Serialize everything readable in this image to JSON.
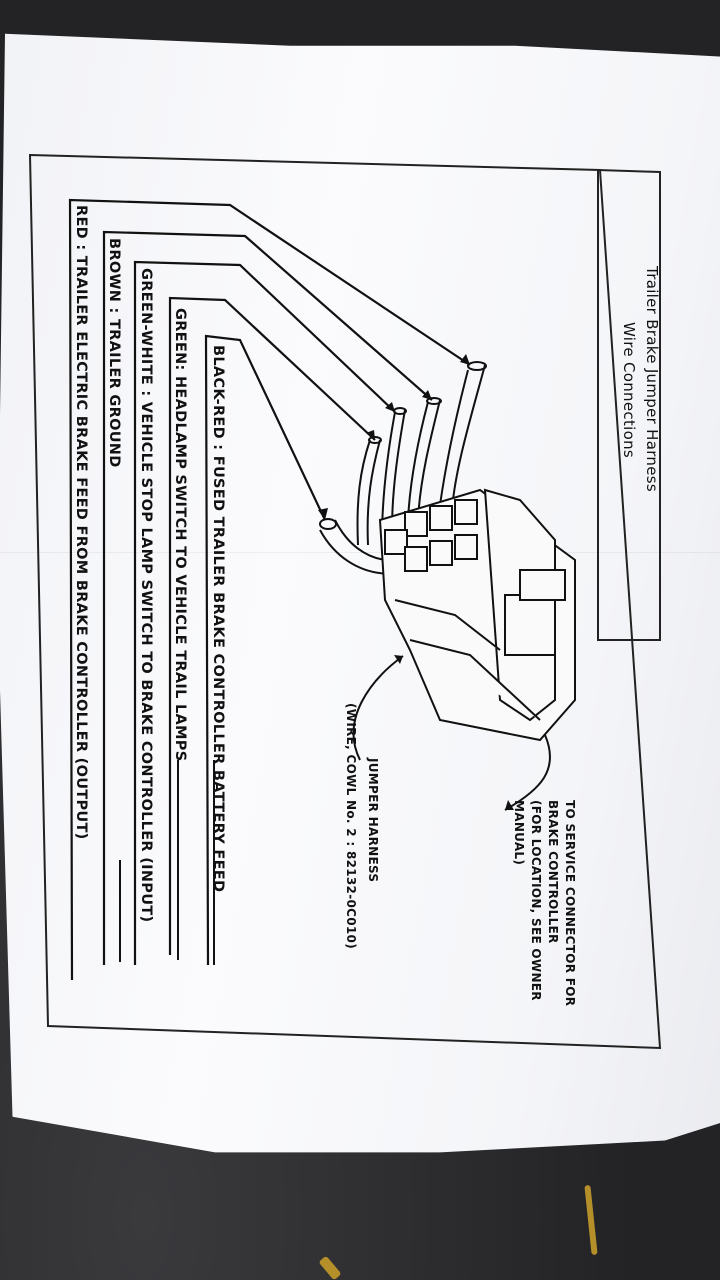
{
  "title": {
    "line1": "Trailer Brake Jumper Harness",
    "line2": "Wire Connections"
  },
  "legend": [
    {
      "text": "BLACK-RED : FUSED TRAILER BRAKE CONTROLLER BATTERY FEED"
    },
    {
      "text": "GREEN: HEADLAMP SWITCH TO VEHICLE TRAIL LAMPS"
    },
    {
      "text": "GREEN-WHITE : VEHICLE STOP LAMP SWITCH TO BRAKE CONTROLLER (INPUT)"
    },
    {
      "text": "BROWN : TRAILER GROUND"
    },
    {
      "text": "RED : TRAILER ELECTRIC BRAKE FEED FROM BRAKE CONTROLLER (OUTPUT)"
    }
  ],
  "service_note": {
    "line1": "TO SERVICE CONNECTOR FOR",
    "line2": "BRAKE CONTROLLER",
    "line3": "(FOR LOCATION, SEE OWNER",
    "line4": "MANUAL)"
  },
  "harness_label": {
    "line1": "JUMPER HARNESS",
    "line2": "(WIRE, COWL No. 2 : 82132-0C010)"
  }
}
